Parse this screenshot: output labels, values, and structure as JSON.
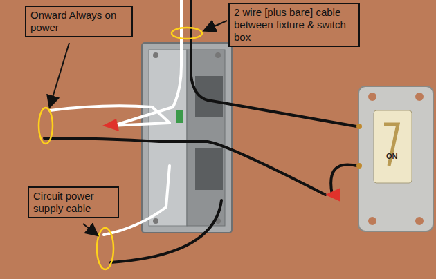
{
  "diagram": {
    "nodes": [
      {
        "text": [
          "Onward Always on power"
        ]
      },
      {
        "text": [
          "2 wire [plus bare] cable between fixture & switch box"
        ]
      },
      {
        "text": [
          "Circuit power supply cable"
        ]
      }
    ],
    "labels": [
      "ON"
    ]
  }
}
